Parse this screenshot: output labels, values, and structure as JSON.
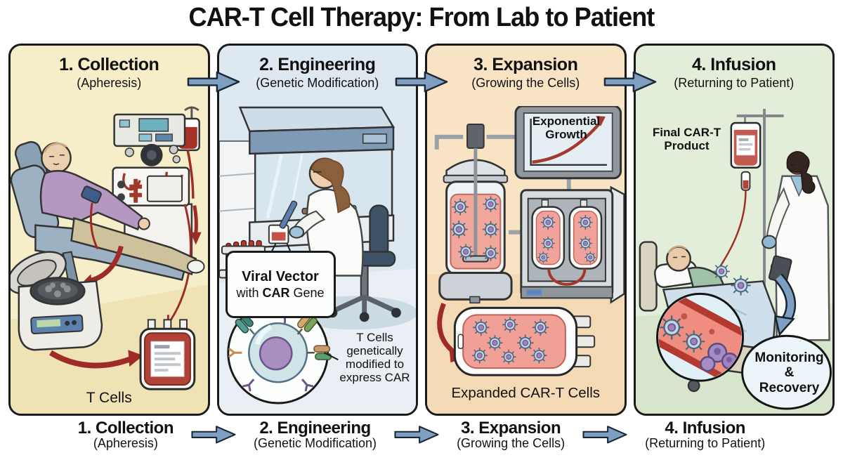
{
  "title": "CAR-T Cell Therapy: From Lab to Patient",
  "colors": {
    "panel_collection_bg": "#f6edc9",
    "panel_engineering_bg": "#dde8f0",
    "panel_expansion_bg": "#f8e4c4",
    "panel_infusion_bg": "#e3eeda",
    "flow_arrow_fill": "#7e9fc1",
    "flow_arrow_stroke": "#1b2835",
    "accent_red": "#9e2b25",
    "cell_body": "#c2d7e6",
    "cell_nucleus": "#9b85bb"
  },
  "panels": [
    {
      "id": "collection",
      "title": "1. Collection",
      "subtitle": "(Apheresis)",
      "labels": {
        "bag_label": "T Cells"
      }
    },
    {
      "id": "engineering",
      "title": "2. Engineering",
      "subtitle": "(Genetic Modification)",
      "labels": {
        "vector_title": "Viral Vector",
        "vector_with": "with",
        "vector_gene_bold": "CAR",
        "vector_gene_tail": "Gene",
        "modified_lines": [
          "T Cells",
          "genetically",
          "modified to",
          "express CAR"
        ]
      }
    },
    {
      "id": "expansion",
      "title": "3. Expansion",
      "subtitle": "(Growing the Cells)",
      "labels": {
        "chart_lines": [
          "Exponential",
          "Growth"
        ],
        "bag_label": "Expanded CAR-T Cells"
      }
    },
    {
      "id": "infusion",
      "title": "4. Infusion",
      "subtitle": "(Returning to Patient)",
      "labels": {
        "product_lines": [
          "Final CAR-T",
          "Product"
        ],
        "monitoring_lines": [
          "Monitoring",
          "&",
          "Recovery"
        ]
      }
    }
  ],
  "footer_steps": [
    {
      "title": "1. Collection",
      "subtitle": "(Apheresis)"
    },
    {
      "title": "2. Engineering",
      "subtitle": "(Genetic Modification)"
    },
    {
      "title": "3. Expansion",
      "subtitle": "(Growing the Cells)"
    },
    {
      "title": "4. Infusion",
      "subtitle": "(Returning to Patient)"
    }
  ]
}
